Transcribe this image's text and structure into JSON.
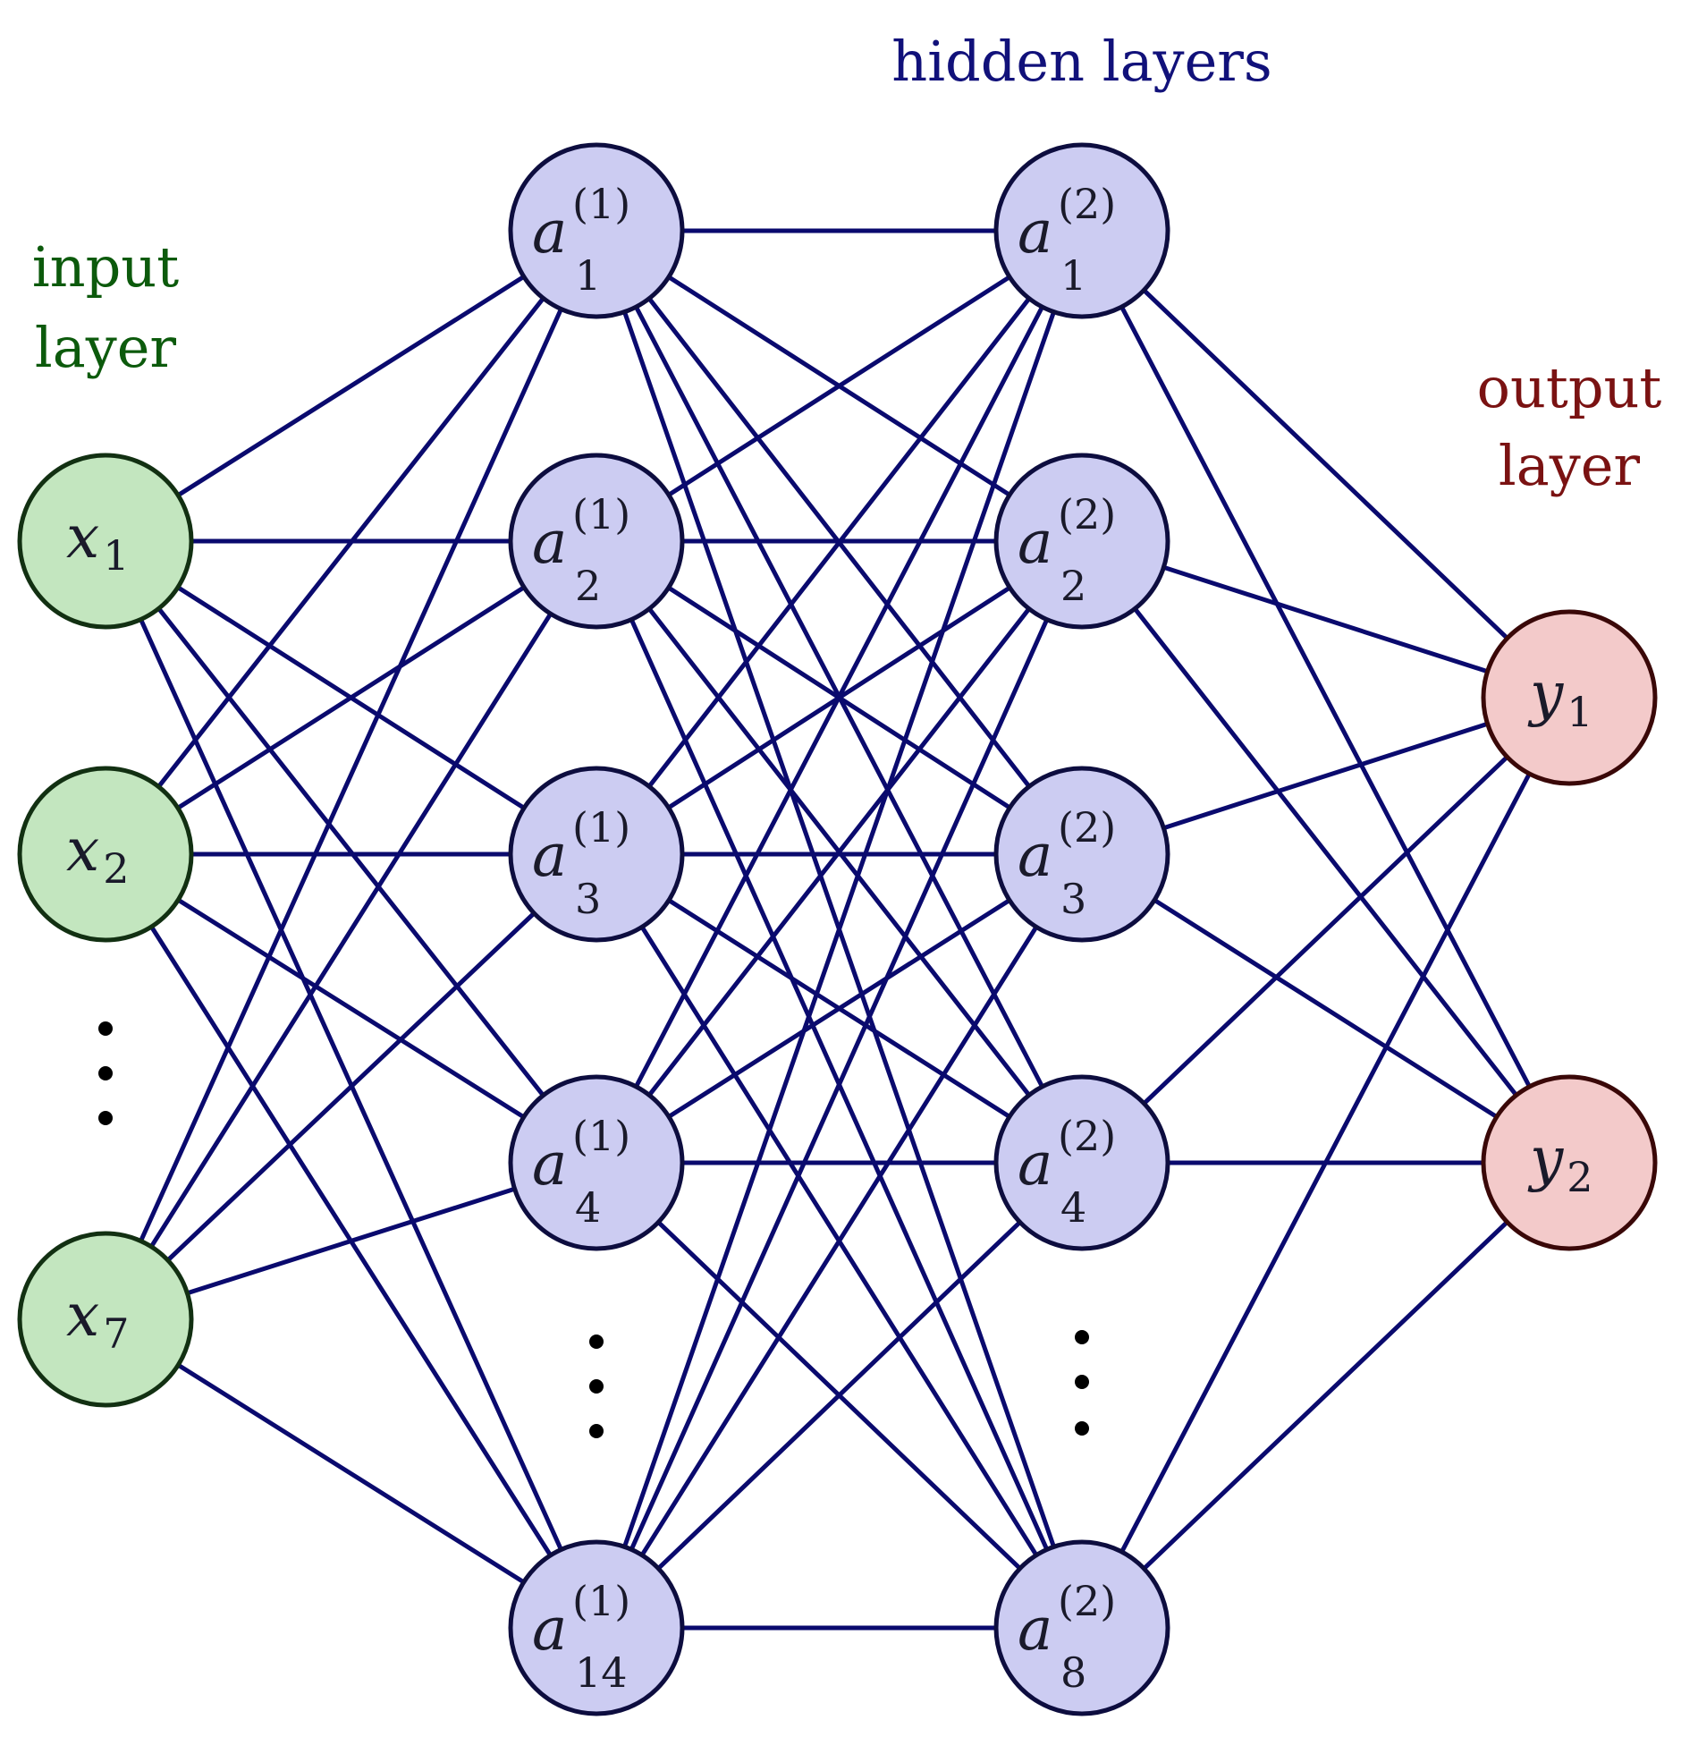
{
  "colors": {
    "edge": "#0a0a6e",
    "input_fill": "#c3e6bf",
    "input_stroke": "#123012",
    "input_label": "#0c5a0c",
    "hidden_fill": "#ccccf2",
    "hidden_stroke": "#0d0d3f",
    "hidden_label": "#11117a",
    "output_fill": "#f3caca",
    "output_stroke": "#3a0808",
    "output_label": "#7a1212",
    "node_text": "#1a1a2a",
    "dots": "#000000"
  },
  "labels": {
    "input_line1": "input",
    "input_line2": "layer",
    "hidden": "hidden layers",
    "output_line1": "output",
    "output_line2": "layer"
  },
  "layers": {
    "input": [
      {
        "base": "x",
        "sub": "1"
      },
      {
        "base": "x",
        "sub": "2"
      },
      {
        "base": "x",
        "sub": "7"
      }
    ],
    "hidden1": [
      {
        "base": "a",
        "sub": "1",
        "sup": "(1)"
      },
      {
        "base": "a",
        "sub": "2",
        "sup": "(1)"
      },
      {
        "base": "a",
        "sub": "3",
        "sup": "(1)"
      },
      {
        "base": "a",
        "sub": "4",
        "sup": "(1)"
      },
      {
        "base": "a",
        "sub": "14",
        "sup": "(1)"
      }
    ],
    "hidden2": [
      {
        "base": "a",
        "sub": "1",
        "sup": "(2)"
      },
      {
        "base": "a",
        "sub": "2",
        "sup": "(2)"
      },
      {
        "base": "a",
        "sub": "3",
        "sup": "(2)"
      },
      {
        "base": "a",
        "sub": "4",
        "sup": "(2)"
      },
      {
        "base": "a",
        "sub": "8",
        "sup": "(2)"
      }
    ],
    "output": [
      {
        "base": "y",
        "sub": "1"
      },
      {
        "base": "y",
        "sub": "2"
      }
    ]
  }
}
